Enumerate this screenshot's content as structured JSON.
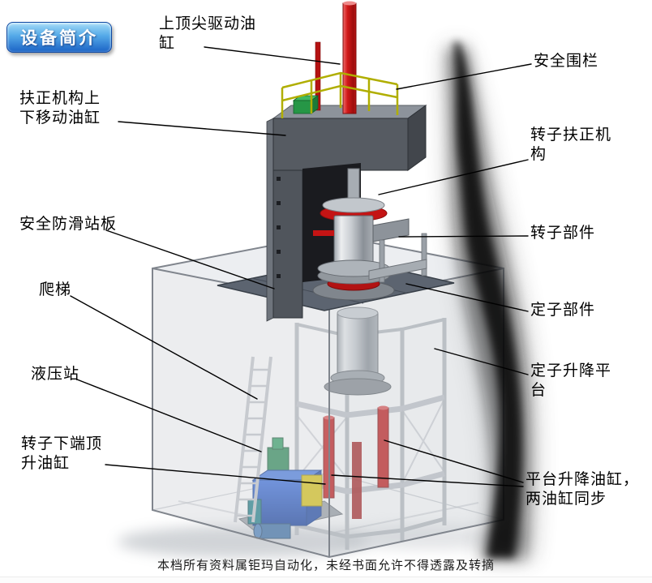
{
  "header": {
    "badge_label": "设备简介"
  },
  "labels": {
    "top_drive_cylinder": "上顶尖驱动油\n缸",
    "safety_fence": "安全围栏",
    "centering_move_cylinder": "扶正机构上\n下移动油缸",
    "rotor_centering_mechanism": "转子扶正机\n构",
    "antislip_platform": "安全防滑站板",
    "rotor_component": "转子部件",
    "ladder": "爬梯",
    "stator_component": "定子部件",
    "hydraulic_station": "液压站",
    "stator_lift_platform": "定子升降平\n台",
    "rotor_bottom_jack_cylinder": "转子下端顶\n升油缸",
    "platform_lift_cylinders": "平台升降油缸，\n两油缸同步"
  },
  "footer": {
    "copyright": "本档所有资料属钜玛自动化，未经书面允许不得透露及转摘"
  },
  "colors": {
    "badge_gradient_top": "#a5dcf8",
    "badge_gradient_bottom": "#1b63c6",
    "hydraulic_cylinder_red": "#c41b1b",
    "safety_railing_yellow": "#b0ae00",
    "hydraulic_tank_blue": "#1f55c8",
    "pump_unit_yellow": "#d8c414",
    "motor_green": "#2e8b57",
    "frame_gray": "#565b62",
    "platform_plate_gray": "#5c6470"
  }
}
